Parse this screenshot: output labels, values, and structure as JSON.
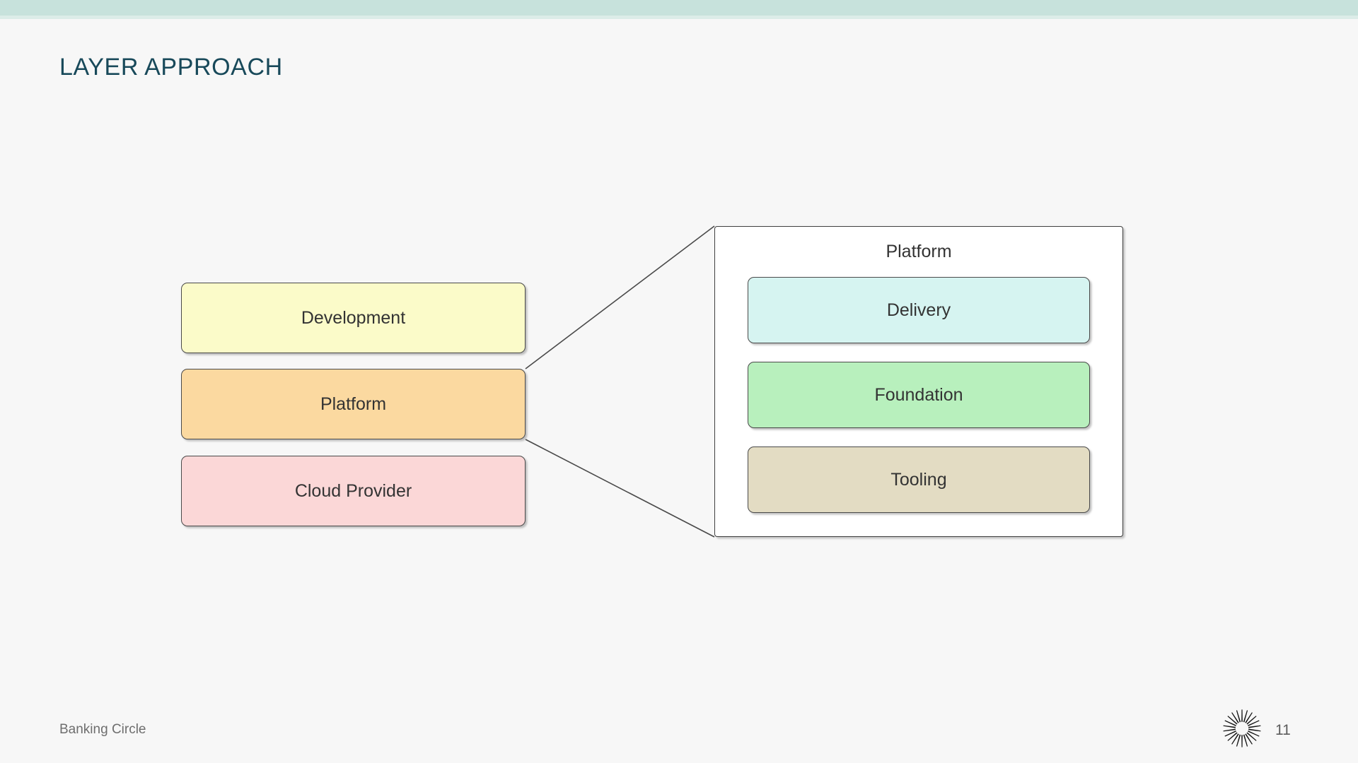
{
  "slide": {
    "title": "LAYER APPROACH",
    "background_color": "#f7f7f7",
    "accent_bar_color": "#c7e2dc",
    "title_color": "#18495a"
  },
  "diagram": {
    "type": "layered-architecture-callout",
    "left_stack": {
      "name": "layer-stack",
      "layers": [
        {
          "label": "Development",
          "fill": "#fbfbc9",
          "order": 1
        },
        {
          "label": "Platform",
          "fill": "#fbd9a0",
          "order": 2
        },
        {
          "label": "Cloud Provider",
          "fill": "#fbd7d7",
          "order": 3
        }
      ]
    },
    "callout": {
      "source_layer": "Platform",
      "title": "Platform",
      "panel_fill": "#ffffff",
      "items": [
        {
          "label": "Delivery",
          "fill": "#d6f4f1",
          "order": 1
        },
        {
          "label": "Foundation",
          "fill": "#b8f0bd",
          "order": 2
        },
        {
          "label": "Tooling",
          "fill": "#e3dcc3",
          "order": 3
        }
      ]
    },
    "connectors": [
      {
        "name": "callout-line-top",
        "from": "platform-layer-top-right",
        "to": "detail-panel-top-left"
      },
      {
        "name": "callout-line-bottom",
        "from": "platform-layer-bottom-right",
        "to": "detail-panel-bottom-left"
      }
    ]
  },
  "footer": {
    "organisation": "Banking Circle",
    "page_number": "11",
    "logo_name": "banking-circle-sunburst-logo"
  }
}
